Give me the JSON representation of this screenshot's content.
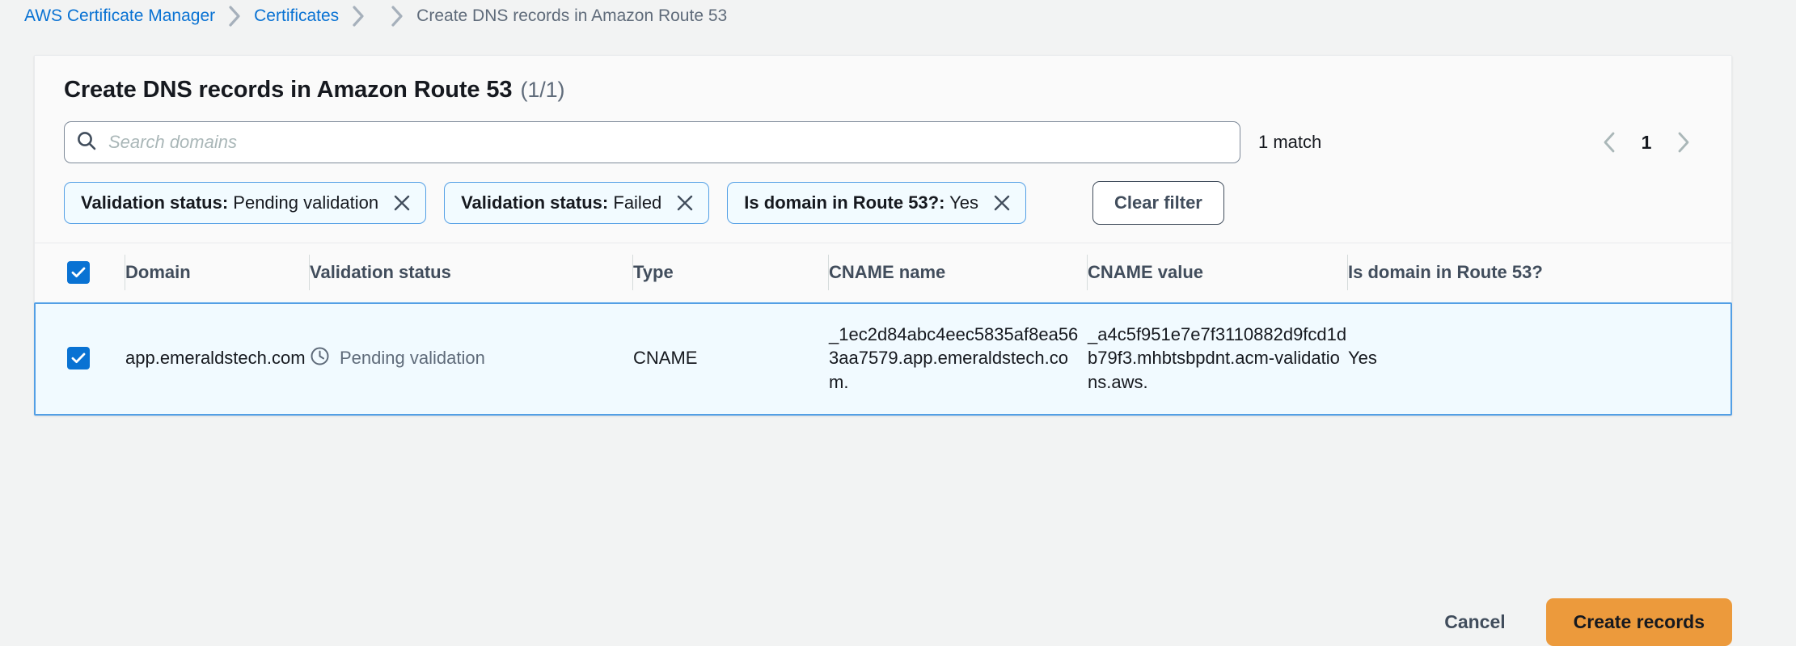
{
  "breadcrumb": {
    "items": [
      {
        "label": "AWS Certificate Manager",
        "type": "link"
      },
      {
        "label": "Certificates",
        "type": "link"
      },
      {
        "label": "",
        "type": "link"
      },
      {
        "label": "Create DNS records in Amazon Route 53",
        "type": "current"
      }
    ]
  },
  "panel": {
    "title": "Create DNS records in Amazon Route 53",
    "counter": "(1/1)"
  },
  "search": {
    "placeholder": "Search domains",
    "value": "",
    "icon": "search-icon"
  },
  "results": {
    "match_text": "1 match"
  },
  "pagination": {
    "prev_icon": "chevron-left-icon",
    "next_icon": "chevron-right-icon",
    "current_page": "1"
  },
  "filters": {
    "tokens": [
      {
        "label": "Validation status:",
        "value": "Pending validation",
        "dismiss_icon": "close-icon"
      },
      {
        "label": "Validation status:",
        "value": "Failed",
        "dismiss_icon": "close-icon"
      },
      {
        "label": "Is domain in Route 53?:",
        "value": "Yes",
        "dismiss_icon": "close-icon"
      }
    ],
    "clear_label": "Clear filter"
  },
  "table": {
    "select_all_checked": true,
    "columns": [
      "Domain",
      "Validation status",
      "Type",
      "CNAME name",
      "CNAME value",
      "Is domain in Route 53?"
    ],
    "rows": [
      {
        "selected": true,
        "domain": "app.emeraldstech.com",
        "validation_status": "Pending validation",
        "status_icon": "pending-clock-icon",
        "type": "CNAME",
        "cname_name": "_1ec2d84abc4eec5835af8ea563aa7579.app.emeraldstech.com.",
        "cname_value": "_a4c5f951e7e7f3110882d9fcd1db79f3.mhbtsbpdnt.acm-validations.aws.",
        "in_route53": "Yes"
      }
    ]
  },
  "footer": {
    "cancel_label": "Cancel",
    "submit_label": "Create records"
  },
  "colors": {
    "link": "#0972d3",
    "accent_orange": "#ec9a3c",
    "selected_row_bg": "#f1faff",
    "selected_row_border": "#539fe5",
    "page_bg": "#f2f3f3"
  }
}
